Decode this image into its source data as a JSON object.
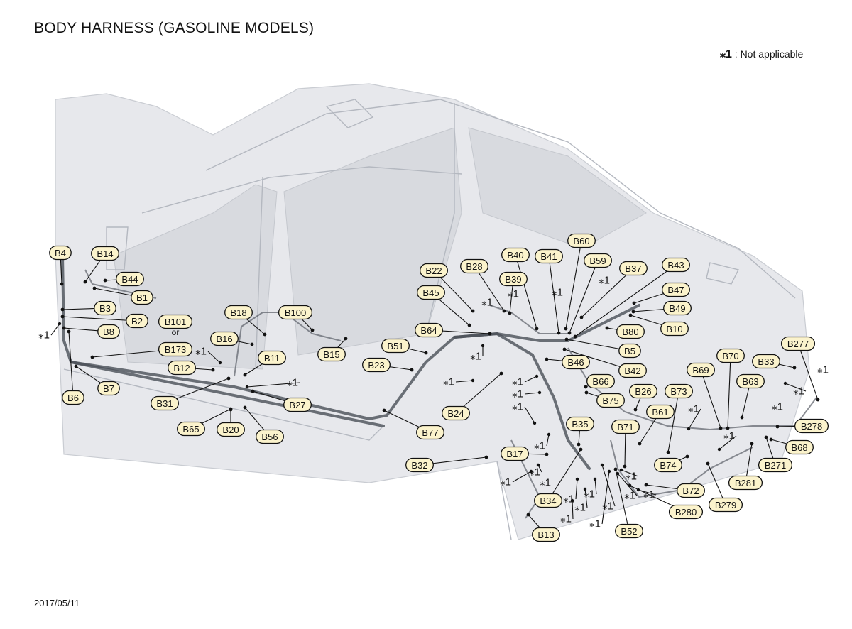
{
  "title": "BODY HARNESS (GASOLINE MODELS)",
  "note": {
    "symbol": "⁎1",
    "text": " : Not applicable"
  },
  "date": "2017/05/11",
  "or_text": "or",
  "asterisk_label": "⁎1",
  "connectors": [
    "B4",
    "B14",
    "B44",
    "B1",
    "B3",
    "B2",
    "B101",
    "B8",
    "B173",
    "B6",
    "B7",
    "B12",
    "B31",
    "B18",
    "B16",
    "B11",
    "B100",
    "B15",
    "B65",
    "B20",
    "B56",
    "B27",
    "B22",
    "B45",
    "B28",
    "B40",
    "B41",
    "B60",
    "B59",
    "B37",
    "B43",
    "B47",
    "B49",
    "B39",
    "B64",
    "B51",
    "B23",
    "B80",
    "B10",
    "B5",
    "B46",
    "B42",
    "B66",
    "B75",
    "B26",
    "B24",
    "B77",
    "B32",
    "B17",
    "B35",
    "B34",
    "B13",
    "B71",
    "B61",
    "B73",
    "B69",
    "B70",
    "B33",
    "B277",
    "B63",
    "B278",
    "B68",
    "B271",
    "B281",
    "B279",
    "B74",
    "B72",
    "B280",
    "B52"
  ]
}
